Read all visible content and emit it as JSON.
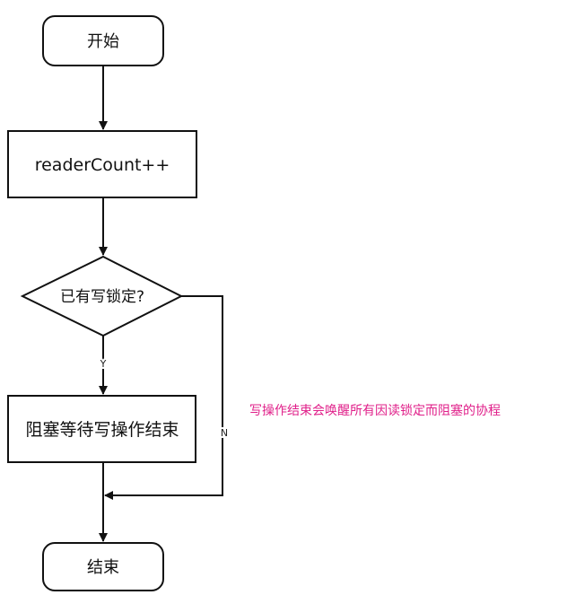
{
  "nodes": {
    "start": "开始",
    "increment": "readerCount++",
    "decision": "已有写锁定?",
    "wait": "阻塞等待写操作结束",
    "end": "结束"
  },
  "edges": {
    "yes_label": "Y",
    "no_label": "N"
  },
  "annotation": {
    "text": "写操作结束会唤醒所有因读锁定而阻塞的协程",
    "color": "#e0208a"
  },
  "colors": {
    "line": "#111111",
    "node_fill": "#ffffff"
  }
}
